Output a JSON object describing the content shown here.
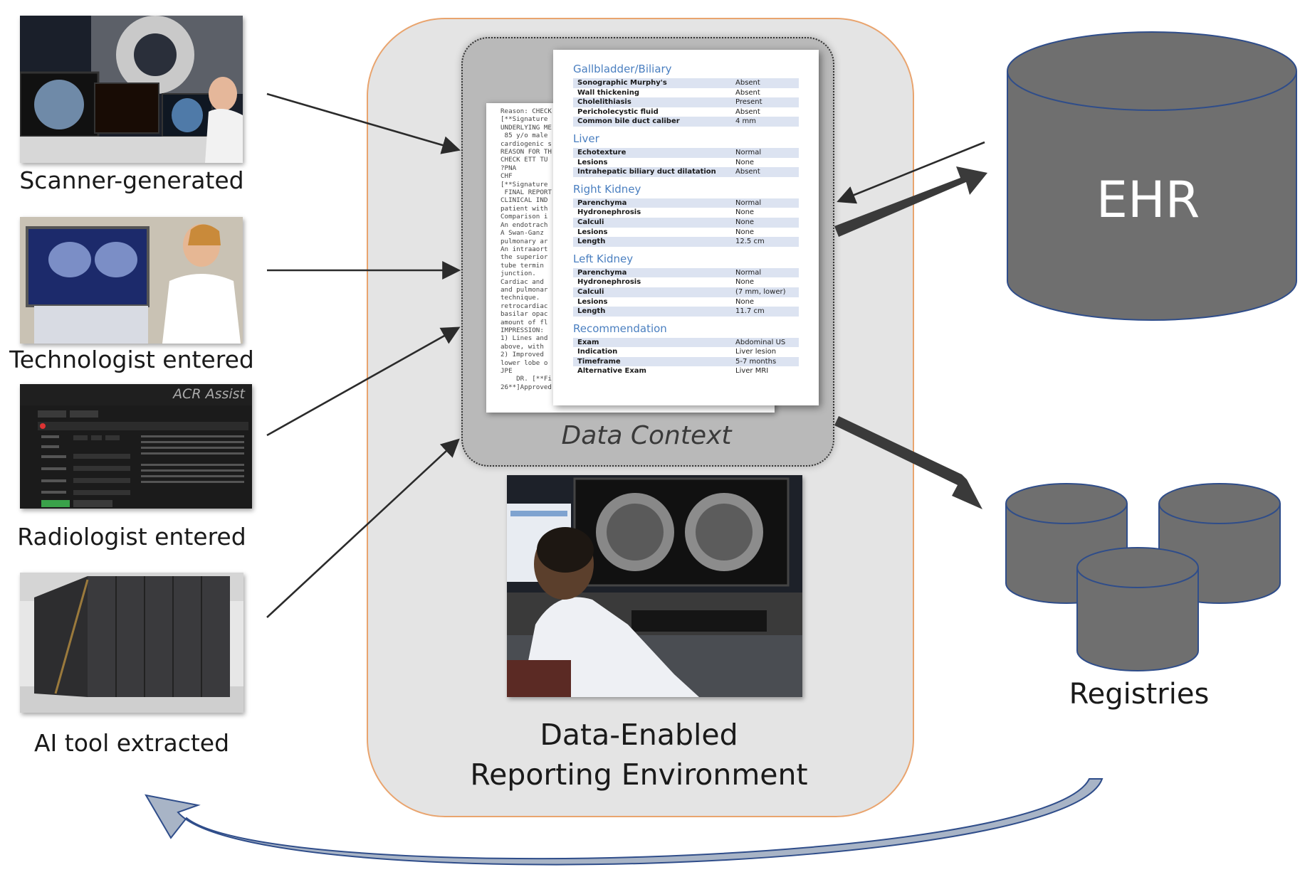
{
  "sources": [
    {
      "label": "Scanner-generated",
      "icon": "ct-scanner-operator-photo"
    },
    {
      "label": "Technologist entered",
      "icon": "ultrasound-technologist-photo"
    },
    {
      "label": "Radiologist entered",
      "icon": "acr-assist-screenshot",
      "screen_title": "ACR Assist"
    },
    {
      "label": "AI tool extracted",
      "icon": "server-rack-photo"
    }
  ],
  "environment": {
    "title_line1": "Data-Enabled",
    "title_line2": "Reporting Environment",
    "photo_icon": "radiologist-workstation-photo"
  },
  "data_context": {
    "label": "Data Context",
    "free_text_lines": [
      "Reason: CHECK",
      "[**Signature",
      "UNDERLYING ME",
      " 85 y/o male",
      "cardiogenic s",
      "REASON FOR TH",
      "CHECK ETT TU",
      "?PNA",
      "CHF",
      "[**Signature",
      " FINAL REPORT",
      "CLINICAL IND",
      "patient with",
      "",
      "Comparison i",
      "An endotrach",
      "A Swan-Ganz",
      "pulmonary ar",
      "An intraaort",
      "the superior",
      "tube termin",
      "junction.",
      "",
      "Cardiac and",
      "and pulmonar",
      "technique.",
      "retrocardiac",
      "basilar opac",
      "amount of fl",
      "",
      "IMPRESSION:",
      "",
      "1) Lines and",
      "above, with",
      "",
      "2) Improved",
      "lower lobe o",
      "",
      "JPE",
      "",
      "    DR. [**Fi",
      "26**]Approved"
    ],
    "report_sections": [
      {
        "title": "Gallbladder/Biliary",
        "rows": [
          {
            "k": "Sonographic Murphy's",
            "v": "Absent"
          },
          {
            "k": "Wall thickening",
            "v": "Absent"
          },
          {
            "k": "Cholelithiasis",
            "v": "Present"
          },
          {
            "k": "Pericholecystic fluid",
            "v": "Absent"
          },
          {
            "k": "Common bile duct caliber",
            "v": "4 mm"
          }
        ]
      },
      {
        "title": "Liver",
        "rows": [
          {
            "k": "Echotexture",
            "v": "Normal"
          },
          {
            "k": "Lesions",
            "v": "None"
          },
          {
            "k": "Intrahepatic biliary duct dilatation",
            "v": "Absent"
          }
        ]
      },
      {
        "title": "Right Kidney",
        "rows": [
          {
            "k": "Parenchyma",
            "v": "Normal"
          },
          {
            "k": "Hydronephrosis",
            "v": "None"
          },
          {
            "k": "Calculi",
            "v": "None"
          },
          {
            "k": "Lesions",
            "v": "None"
          },
          {
            "k": "Length",
            "v": "12.5 cm"
          }
        ]
      },
      {
        "title": "Left Kidney",
        "rows": [
          {
            "k": "Parenchyma",
            "v": "Normal"
          },
          {
            "k": "Hydronephrosis",
            "v": "None"
          },
          {
            "k": "Calculi",
            "v": "(7 mm, lower)"
          },
          {
            "k": "Lesions",
            "v": "None"
          },
          {
            "k": "Length",
            "v": "11.7 cm"
          }
        ]
      },
      {
        "title": "Recommendation",
        "rows": [
          {
            "k": "Exam",
            "v": "Abdominal US"
          },
          {
            "k": "Indication",
            "v": "Liver lesion"
          },
          {
            "k": "Timeframe",
            "v": "5-7 months"
          },
          {
            "k": "Alternative Exam",
            "v": "Liver MRI"
          }
        ]
      }
    ]
  },
  "ehr": {
    "label": "EHR",
    "icon": "database-cylinder-icon"
  },
  "registries": {
    "label": "Registries",
    "icon": "database-cylinders-icon"
  },
  "colors": {
    "env_fill": "#e4e4e4",
    "env_border": "#e9a46e",
    "context_fill": "#b9b9b9",
    "cylinder_fill": "#6f6f6f",
    "cylinder_stroke": "#2f4d8a",
    "report_accent": "#4a7fc0",
    "feedback_arrow": "#a8b4c6"
  }
}
